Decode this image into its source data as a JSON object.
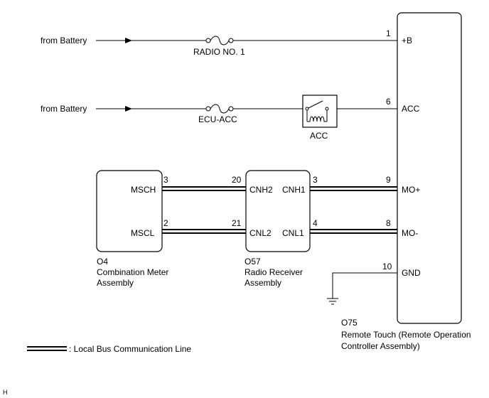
{
  "sources": {
    "top": "from Battery",
    "mid": "from Battery"
  },
  "fuses": {
    "radio": "RADIO NO. 1",
    "ecu_acc": "ECU-ACC"
  },
  "relay": {
    "label": "ACC"
  },
  "remote_touch": {
    "code": "O75",
    "name_line1": "Remote Touch (Remote Operation",
    "name_line2": "Controller Assembly)",
    "pins": [
      {
        "num": "1",
        "label": "+B"
      },
      {
        "num": "6",
        "label": "ACC"
      },
      {
        "num": "9",
        "label": "MO+"
      },
      {
        "num": "8",
        "label": "MO-"
      },
      {
        "num": "10",
        "label": "GND"
      }
    ]
  },
  "meter": {
    "code": "O4",
    "name_line1": "Combination Meter",
    "name_line2": "Assembly",
    "pins": [
      {
        "num": "3",
        "label": "MSCH"
      },
      {
        "num": "2",
        "label": "MSCL"
      }
    ]
  },
  "radio_receiver": {
    "code": "O57",
    "name_line1": "Radio Receiver",
    "name_line2": "Assembly",
    "left_pins": [
      {
        "num": "20",
        "label": "CNH2"
      },
      {
        "num": "21",
        "label": "CNL2"
      }
    ],
    "right_pins": [
      {
        "num": "3",
        "label": "CNH1"
      },
      {
        "num": "4",
        "label": "CNL1"
      }
    ]
  },
  "legend": {
    "text": ": Local Bus Communication Line"
  },
  "corner_mark": "H"
}
